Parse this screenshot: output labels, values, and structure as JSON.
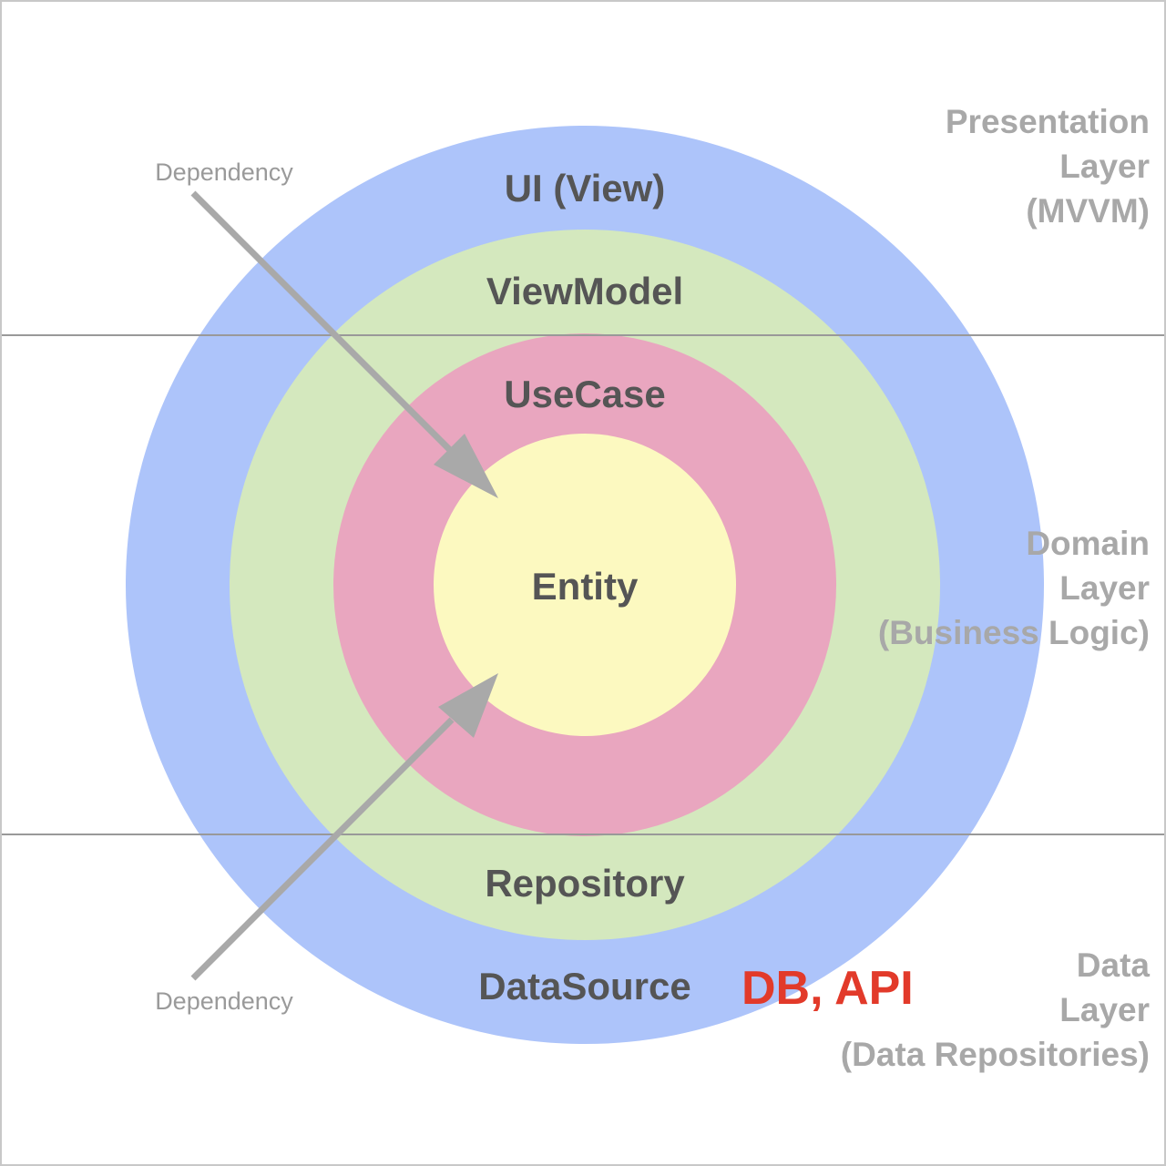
{
  "rings": [
    {
      "key": "outer",
      "color": "#adc4fa"
    },
    {
      "key": "middle",
      "color": "#d4e8be"
    },
    {
      "key": "inner",
      "color": "#e9a6bf"
    },
    {
      "key": "core",
      "color": "#fcf9c0"
    }
  ],
  "ring_labels": {
    "ui_view": "UI (View)",
    "viewmodel": "ViewModel",
    "usecase": "UseCase",
    "entity": "Entity",
    "repository": "Repository",
    "datasource": "DataSource"
  },
  "accent": {
    "text": "DB, API",
    "color": "#e23a2a"
  },
  "dependency_labels": {
    "top": "Dependency",
    "bottom": "Dependency"
  },
  "layers": {
    "presentation": [
      "Presentation",
      "Layer",
      "(MVVM)"
    ],
    "domain": [
      "Domain",
      "Layer",
      "(Business Logic)"
    ],
    "data": [
      "Data",
      "Layer",
      "(Data Repositories)"
    ]
  },
  "colors": {
    "ring_label": "#555555",
    "layer_label": "#a8a8a8",
    "arrow": "#a9a9a9",
    "divider": "#999999"
  }
}
